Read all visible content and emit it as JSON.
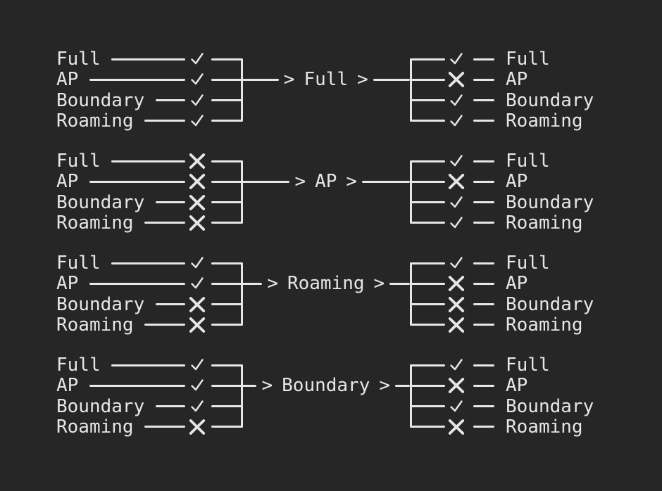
{
  "colors": {
    "background": "#262626",
    "foreground": "#e8e6e3"
  },
  "glyphs": {
    "check": "✓",
    "cross": "✕",
    "arrow_head": ">"
  },
  "modes": [
    "Full",
    "AP",
    "Boundary",
    "Roaming"
  ],
  "groups": [
    {
      "target": "Full",
      "inputs": [
        {
          "mode": "Full",
          "mark": "check"
        },
        {
          "mode": "AP",
          "mark": "check"
        },
        {
          "mode": "Boundary",
          "mark": "check"
        },
        {
          "mode": "Roaming",
          "mark": "check"
        }
      ],
      "outputs": [
        {
          "mode": "Full",
          "mark": "check"
        },
        {
          "mode": "AP",
          "mark": "cross"
        },
        {
          "mode": "Boundary",
          "mark": "check"
        },
        {
          "mode": "Roaming",
          "mark": "check"
        }
      ]
    },
    {
      "target": "AP",
      "inputs": [
        {
          "mode": "Full",
          "mark": "cross"
        },
        {
          "mode": "AP",
          "mark": "cross"
        },
        {
          "mode": "Boundary",
          "mark": "cross"
        },
        {
          "mode": "Roaming",
          "mark": "cross"
        }
      ],
      "outputs": [
        {
          "mode": "Full",
          "mark": "check"
        },
        {
          "mode": "AP",
          "mark": "cross"
        },
        {
          "mode": "Boundary",
          "mark": "check"
        },
        {
          "mode": "Roaming",
          "mark": "check"
        }
      ]
    },
    {
      "target": "Roaming",
      "inputs": [
        {
          "mode": "Full",
          "mark": "check"
        },
        {
          "mode": "AP",
          "mark": "check"
        },
        {
          "mode": "Boundary",
          "mark": "cross"
        },
        {
          "mode": "Roaming",
          "mark": "cross"
        }
      ],
      "outputs": [
        {
          "mode": "Full",
          "mark": "check"
        },
        {
          "mode": "AP",
          "mark": "cross"
        },
        {
          "mode": "Boundary",
          "mark": "cross"
        },
        {
          "mode": "Roaming",
          "mark": "cross"
        }
      ]
    },
    {
      "target": "Boundary",
      "inputs": [
        {
          "mode": "Full",
          "mark": "check"
        },
        {
          "mode": "AP",
          "mark": "check"
        },
        {
          "mode": "Boundary",
          "mark": "check"
        },
        {
          "mode": "Roaming",
          "mark": "cross"
        }
      ],
      "outputs": [
        {
          "mode": "Full",
          "mark": "check"
        },
        {
          "mode": "AP",
          "mark": "cross"
        },
        {
          "mode": "Boundary",
          "mark": "check"
        },
        {
          "mode": "Roaming",
          "mark": "cross"
        }
      ]
    }
  ]
}
